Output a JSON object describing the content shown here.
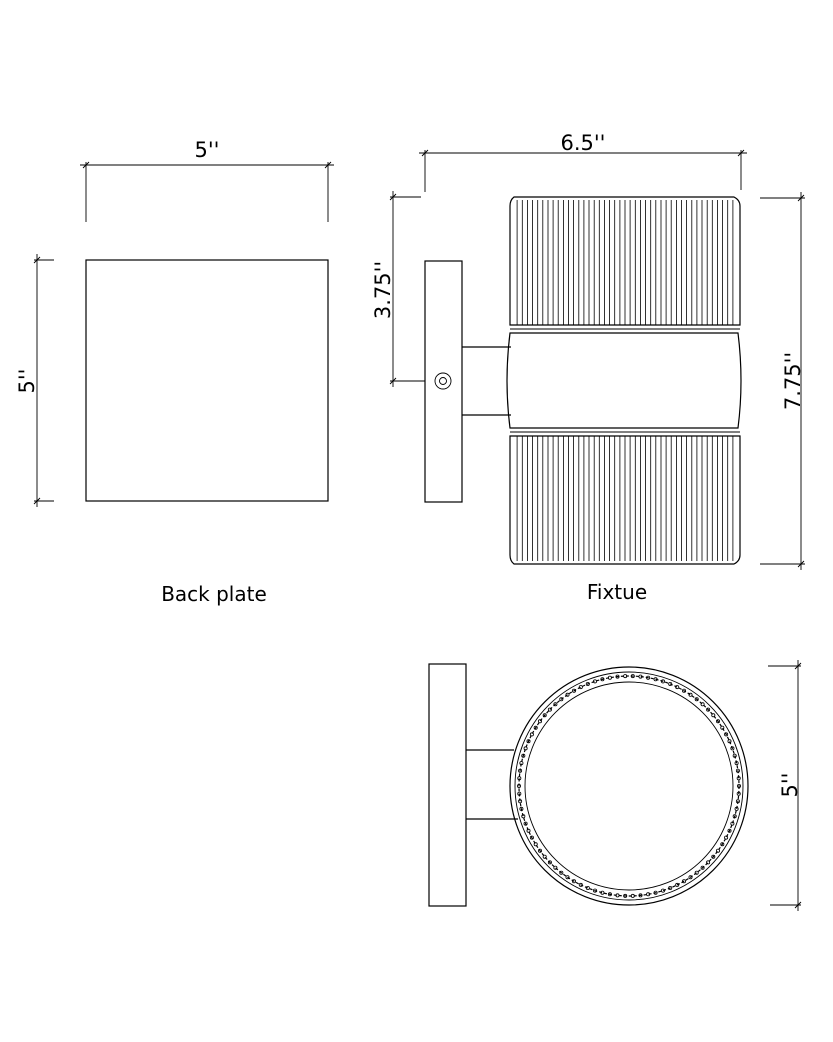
{
  "back_plate": {
    "caption": "Back plate",
    "width_label": "5''",
    "height_label": "5''"
  },
  "fixture": {
    "caption": "Fixtue",
    "width_label": "6.5''",
    "offset_label": "3.75''",
    "height_label": "7.75''"
  },
  "top_view": {
    "diameter_label": "5''"
  },
  "colors": {
    "line": "#000000",
    "background": "#ffffff"
  }
}
